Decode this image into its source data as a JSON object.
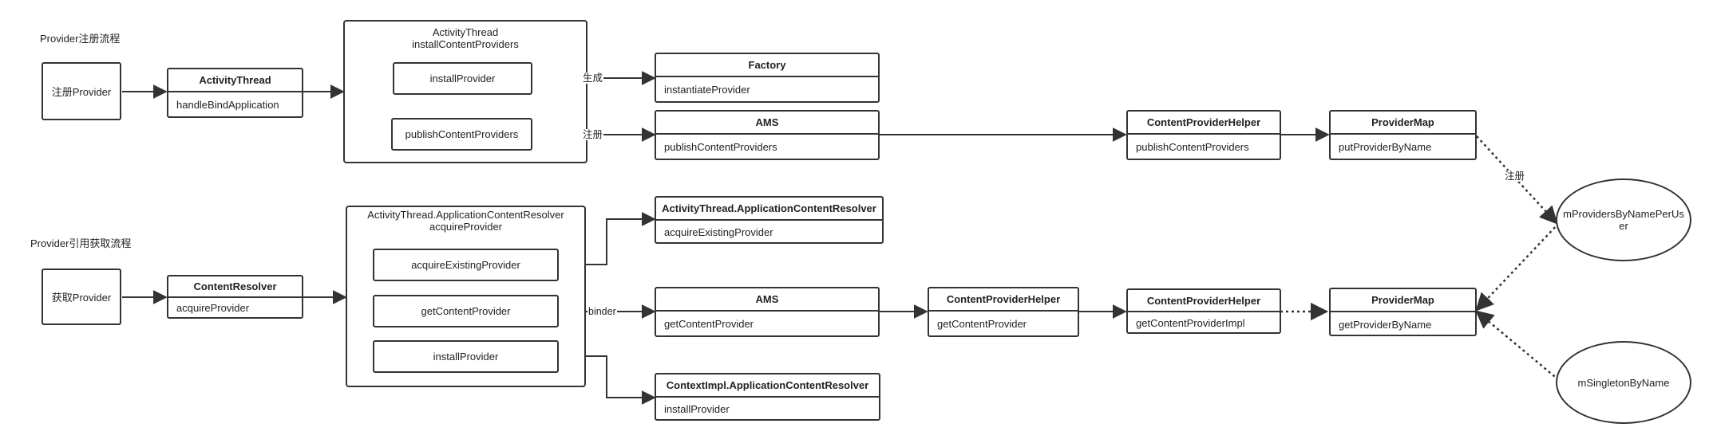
{
  "titles": {
    "register_flow": "Provider注册流程",
    "acquire_flow": "Provider引用获取流程"
  },
  "register": {
    "start": "注册Provider",
    "activity_thread": {
      "name": "ActivityThread",
      "method": "handleBindApplication"
    },
    "group": {
      "title_line1": "ActivityThread",
      "title_line2": "installContentProviders",
      "install_provider": "installProvider",
      "publish": "publishContentProviders"
    },
    "factory": {
      "name": "Factory",
      "method": "instantiateProvider"
    },
    "ams": {
      "name": "AMS",
      "method": "publishContentProviders"
    },
    "cph": {
      "name": "ContentProviderHelper",
      "method": "publishContentProviders"
    },
    "provider_map": {
      "name": "ProviderMap",
      "method": "putProviderByName"
    },
    "edge_generate": "生成",
    "edge_register": "注册",
    "edge_register2": "注册"
  },
  "acquire": {
    "start": "获取Provider",
    "resolver": {
      "name": "ContentResolver",
      "method": "acquireProvider"
    },
    "group": {
      "title_line1": "ActivityThread.ApplicationContentResolver",
      "title_line2": "acquireProvider",
      "existing": "acquireExistingProvider",
      "get": "getContentProvider",
      "install": "installProvider"
    },
    "at_acr": {
      "name": "ActivityThread.ApplicationContentResolver",
      "method": "acquireExistingProvider"
    },
    "ams": {
      "name": "AMS",
      "method": "getContentProvider"
    },
    "cph1": {
      "name": "ContentProviderHelper",
      "method": "getContentProvider"
    },
    "cph2": {
      "name": "ContentProviderHelper",
      "method": "getContentProviderImpl"
    },
    "provider_map": {
      "name": "ProviderMap",
      "method": "getProviderByName"
    },
    "ci_acr": {
      "name": "ContextImpl.ApplicationContentResolver",
      "method": "installProvider"
    },
    "edge_binder": "binder"
  },
  "stores": {
    "providers_by_name": "mProvidersByNamePerUser",
    "singleton_by_name": "mSingletonByName"
  }
}
